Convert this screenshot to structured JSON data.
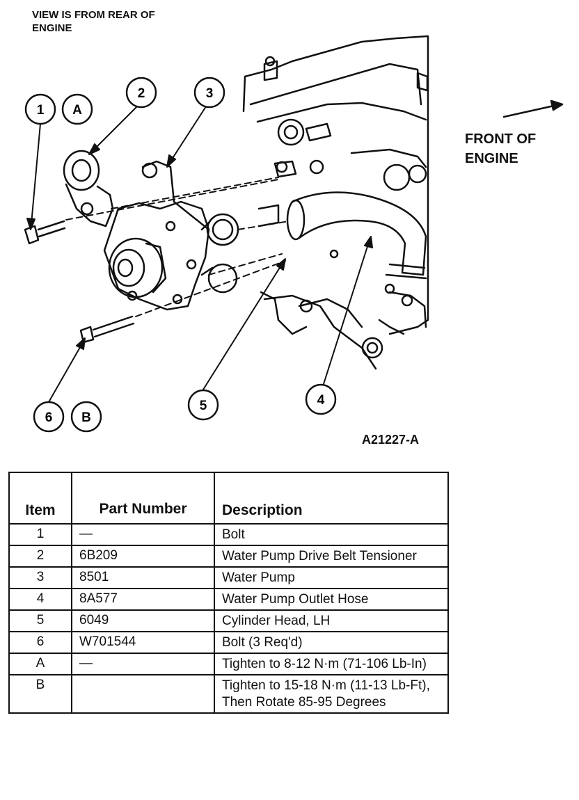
{
  "header_note": "VIEW IS FROM REAR OF ENGINE",
  "direction_label": "FRONT OF ENGINE",
  "figure_id": "A21227-A",
  "callouts": [
    {
      "label": "1"
    },
    {
      "label": "A"
    },
    {
      "label": "2"
    },
    {
      "label": "3"
    },
    {
      "label": "6"
    },
    {
      "label": "B"
    },
    {
      "label": "5"
    },
    {
      "label": "4"
    }
  ],
  "table": {
    "headers": {
      "item": "Item",
      "part_number": "Part Number",
      "description": "Description"
    },
    "rows": [
      {
        "item": "1",
        "part": "—",
        "desc": "Bolt"
      },
      {
        "item": "2",
        "part": "6B209",
        "desc": "Water Pump Drive Belt Tensioner"
      },
      {
        "item": "3",
        "part": "8501",
        "desc": "Water Pump"
      },
      {
        "item": "4",
        "part": "8A577",
        "desc": "Water Pump Outlet Hose"
      },
      {
        "item": "5",
        "part": "6049",
        "desc": "Cylinder Head, LH"
      },
      {
        "item": "6",
        "part": "W701544",
        "desc": "Bolt (3 Req'd)"
      },
      {
        "item": "A",
        "part": "—",
        "desc": "Tighten to 8-12 N·m (71-106 Lb-In)"
      },
      {
        "item": "B",
        "part": "",
        "desc": "Tighten to 15-18 N·m (11-13 Lb-Ft), Then Rotate 85-95 Degrees"
      }
    ]
  }
}
